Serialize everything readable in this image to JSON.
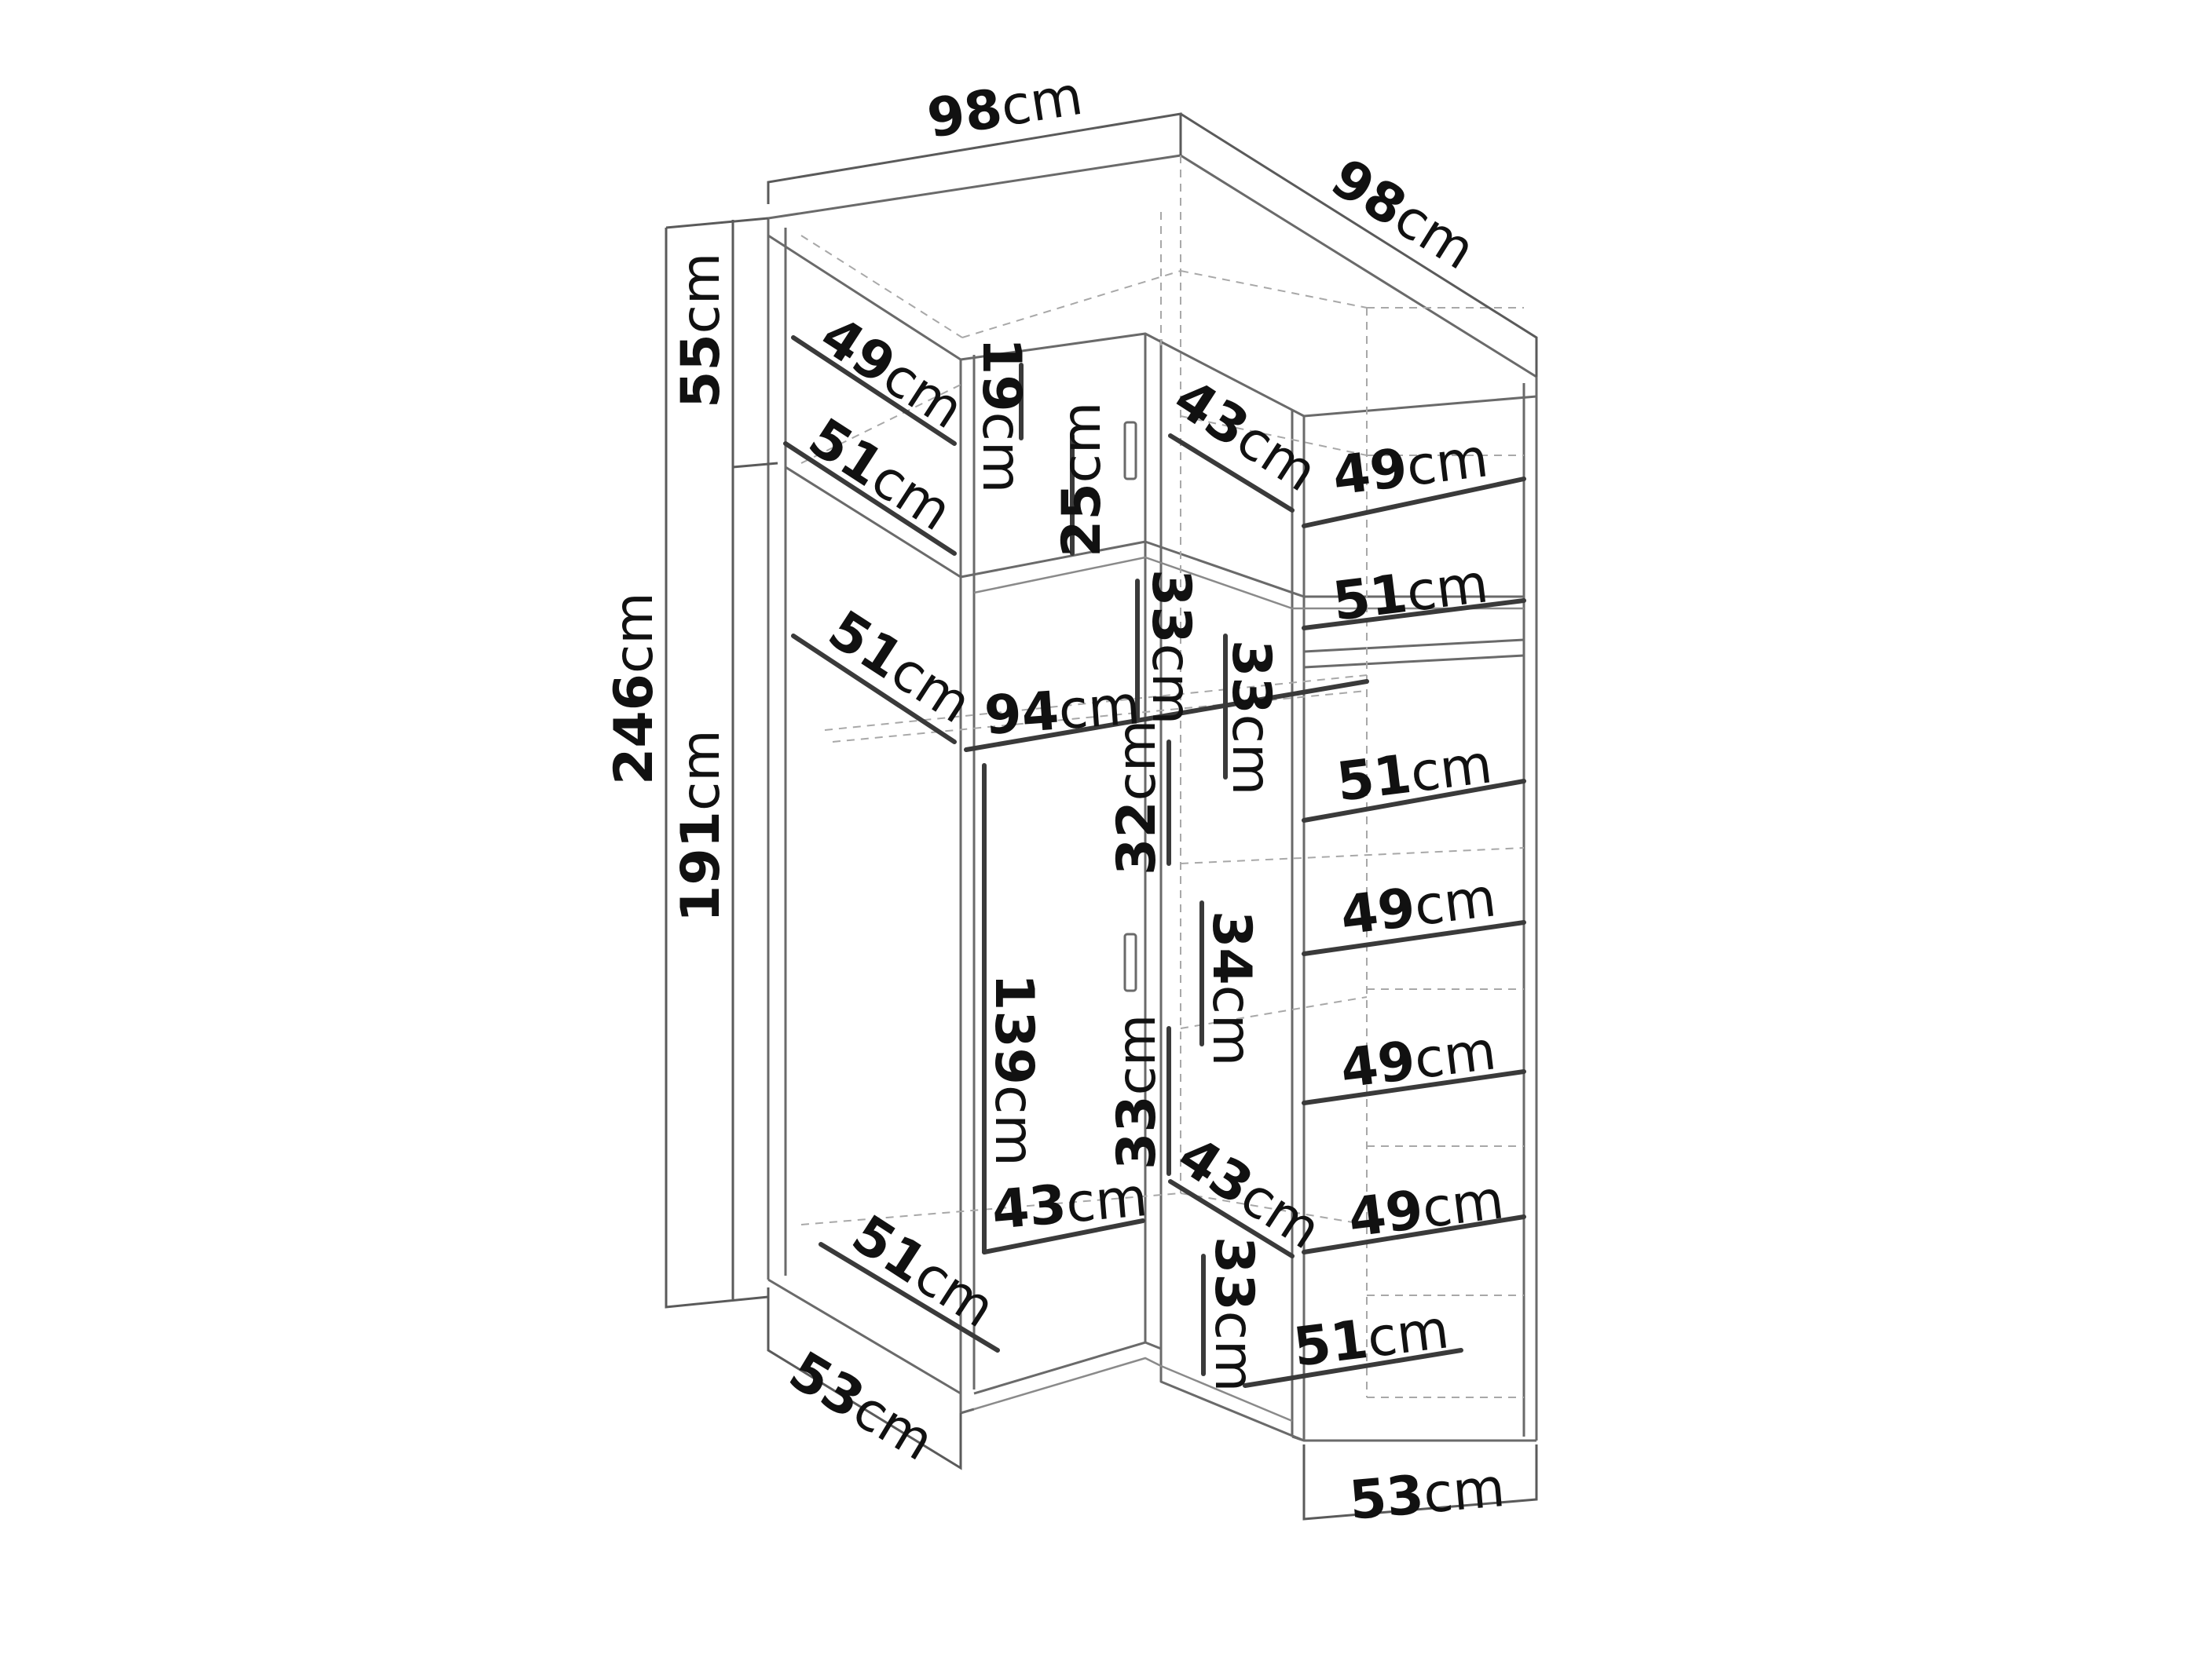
{
  "diagram": {
    "unit": "cm",
    "labels": {
      "top_width_left": "98",
      "top_width_right": "98",
      "total_height": "246",
      "upper_height": "55",
      "lower_height": "191",
      "base_depth_left": "53",
      "base_depth_right": "53",
      "left_shelf_top_1": "49",
      "left_shelf_top_2": "51",
      "left_shelf_mid": "51",
      "left_shelf_bottom": "51",
      "top_compartment_19": "19",
      "top_compartment_25": "25",
      "rail_width": "94",
      "hanging_height": "139",
      "bottom_shelf_43": "43",
      "upper_corner_43": "43",
      "corner_33_a": "33",
      "corner_33_b": "33",
      "corner_32": "32",
      "corner_34": "34",
      "corner_33_c": "33",
      "lower_corner_43": "43",
      "corner_33_d": "33",
      "right_shelf_1": "49",
      "right_shelf_2": "51",
      "right_shelf_3": "51",
      "right_shelf_4": "49",
      "right_shelf_5": "49",
      "right_shelf_6": "49",
      "right_shelf_7": "51"
    }
  }
}
